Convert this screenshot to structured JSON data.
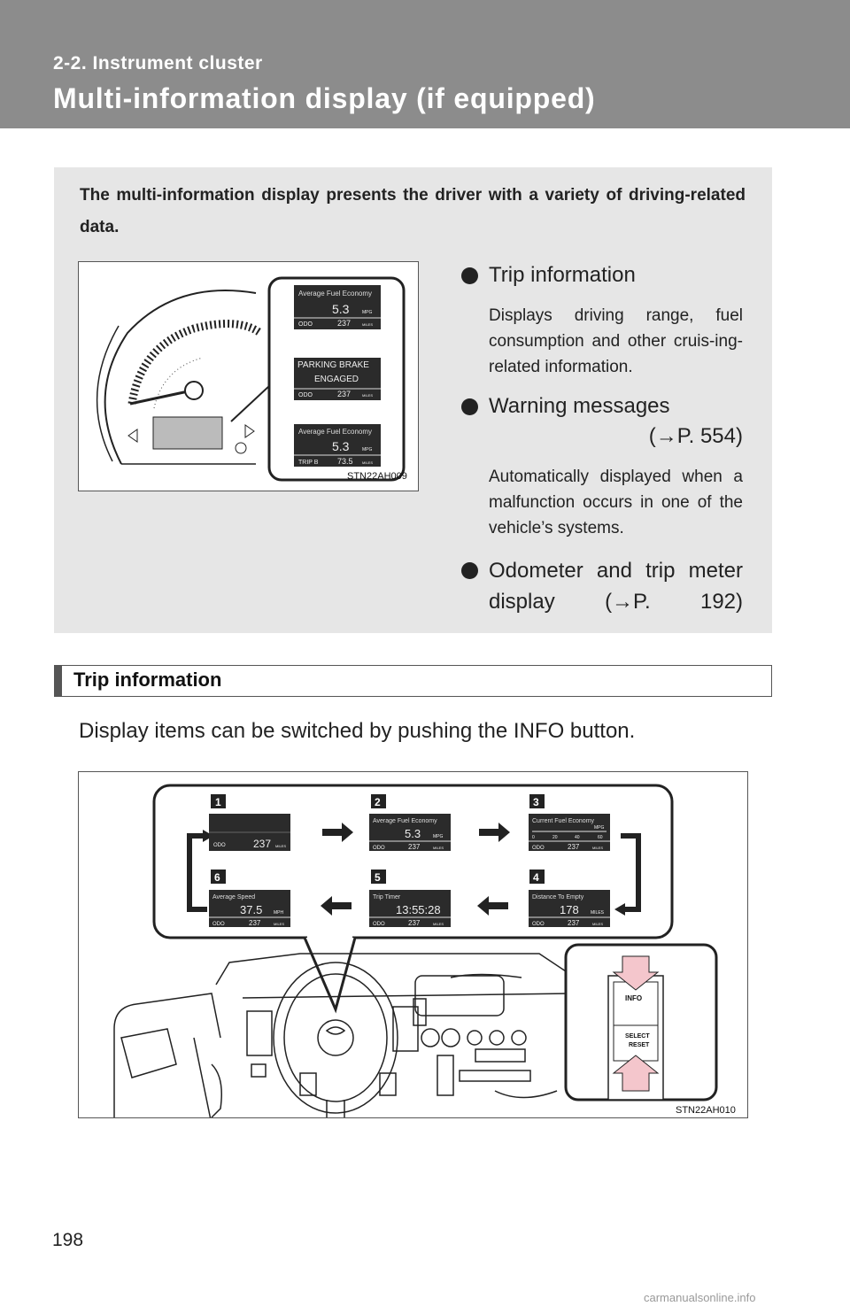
{
  "header": {
    "section": "2-2. Instrument cluster",
    "title": "Multi-information display (if equipped)"
  },
  "intro": {
    "text": "The multi-information display presents the driver with a variety of driving-related data.",
    "figure_code": "STN22AH009",
    "callout_screens": [
      {
        "line1": "Average Fuel Economy",
        "value": "5.3",
        "unit": "MPG",
        "odo_label": "ODO",
        "odo_value": "237",
        "odo_unit": "MILES"
      },
      {
        "line1": "PARKING BRAKE",
        "line2": "ENGAGED",
        "odo_label": "ODO",
        "odo_value": "237",
        "odo_unit": "MILES"
      },
      {
        "line1": "Average Fuel Economy",
        "value": "5.3",
        "unit": "MPG",
        "odo_label": "TRIP B",
        "odo_value": "73.5",
        "odo_unit": "MILES"
      }
    ],
    "bullets": [
      {
        "title": "Trip information",
        "ref": "",
        "desc": "Displays driving range, fuel consumption and other cruis-ing-related information."
      },
      {
        "title": "Warning messages",
        "ref": "(→P. 554)",
        "desc": "Automatically displayed when a malfunction occurs in one of the vehicle’s systems."
      },
      {
        "title": "Odometer and trip meter display",
        "ref": "(→P. 192)",
        "desc": ""
      }
    ]
  },
  "trip": {
    "heading": "Trip information",
    "paragraph": "Display items can be switched by pushing the INFO button.",
    "figure_code": "STN22AH010",
    "screens": [
      {
        "num": "1",
        "title": "",
        "value": "237",
        "unit": "MILES",
        "odo_label": "ODO",
        "odo_value": "",
        "odo_unit": ""
      },
      {
        "num": "2",
        "title": "Average Fuel Economy",
        "value": "5.3",
        "unit": "MPG",
        "odo_label": "ODO",
        "odo_value": "237",
        "odo_unit": "MILES"
      },
      {
        "num": "3",
        "title": "Current Fuel Economy",
        "value": "",
        "unit": "MPG",
        "scale": [
          "0",
          "20",
          "40",
          "60"
        ],
        "odo_label": "ODO",
        "odo_value": "237",
        "odo_unit": "MILES"
      },
      {
        "num": "4",
        "title": "Distance To Empty",
        "value": "178",
        "unit": "MILES",
        "odo_label": "ODO",
        "odo_value": "237",
        "odo_unit": "MILES"
      },
      {
        "num": "5",
        "title": "Trip Timer",
        "value": "13:55:28",
        "unit": "",
        "odo_label": "ODO",
        "odo_value": "237",
        "odo_unit": "MILES"
      },
      {
        "num": "6",
        "title": "Average Speed",
        "value": "37.5",
        "unit": "MPH",
        "odo_label": "ODO",
        "odo_value": "237",
        "odo_unit": "MILES"
      }
    ],
    "buttons": {
      "info": "INFO",
      "select": "SELECT",
      "reset": "RESET"
    }
  },
  "page_number": "198",
  "watermark": "carmanualsonline.info"
}
